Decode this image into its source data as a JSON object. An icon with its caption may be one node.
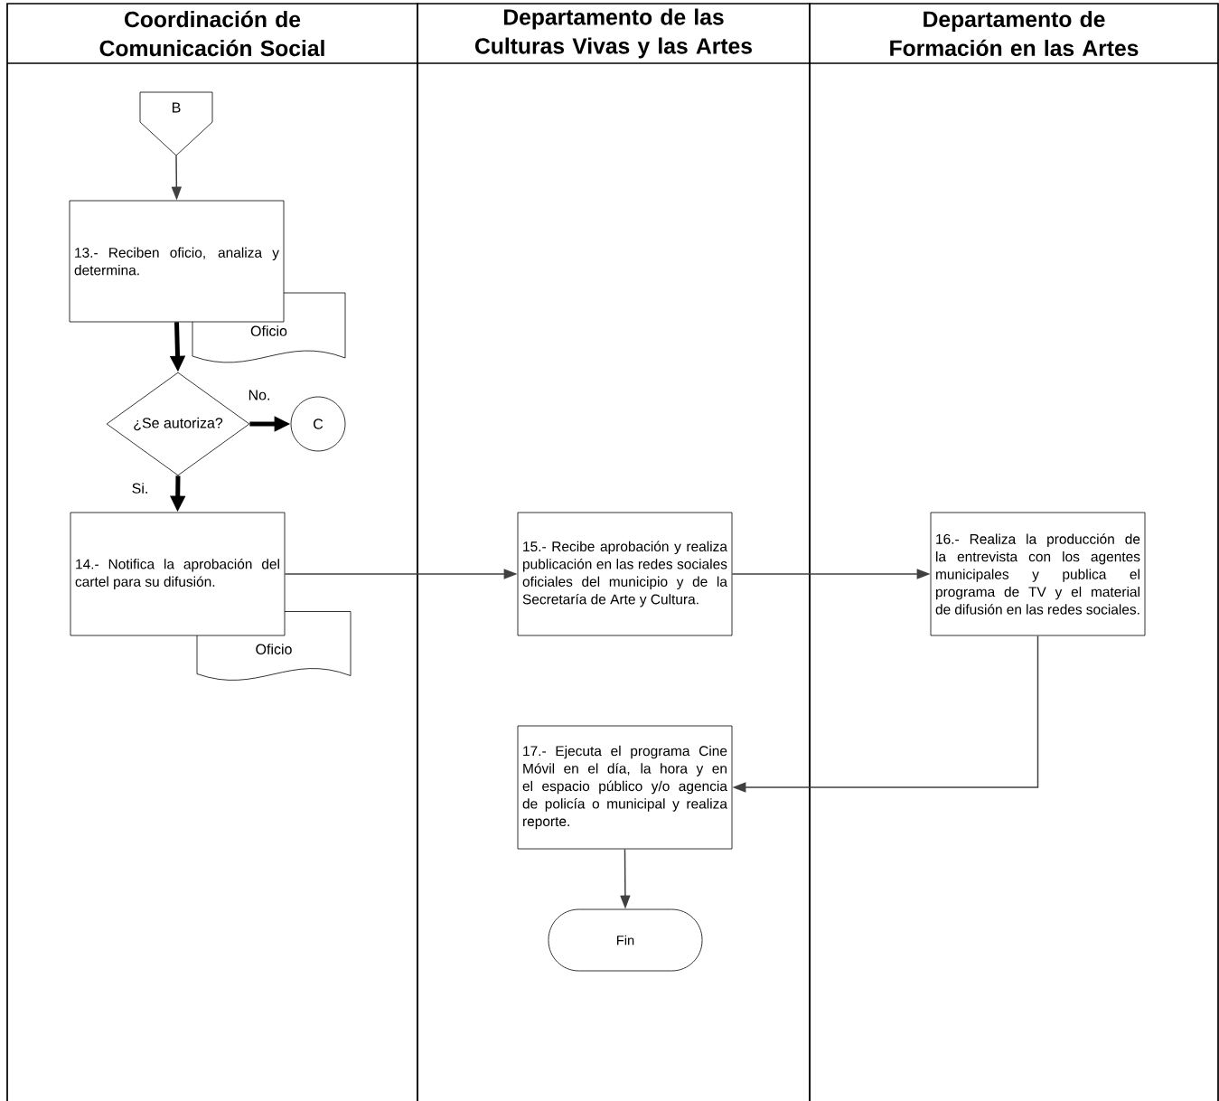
{
  "diagram": {
    "nodes": [
      {
        "text": [
          "Coordinación de Comunicación Social"
        ]
      },
      {
        "text": [
          "Departamento de las Culturas Vivas y las Artes"
        ]
      },
      {
        "text": [
          "Departamento de Formación en las Artes"
        ]
      },
      {
        "text": [
          "B"
        ],
        "in": 0
      },
      {
        "text": [
          "13.- Reciben oficio, analiza y determina."
        ],
        "in": 0
      },
      {
        "text": [
          "Oficio"
        ],
        "in": 0
      },
      {
        "text": [
          "¿Se autoriza?"
        ],
        "in": 0
      },
      {
        "text": [
          "C"
        ],
        "in": 0
      },
      {
        "text": [
          "14.- Notifica la aprobación del cartel para su difusión."
        ],
        "in": 0
      },
      {
        "text": [
          "Oficio"
        ],
        "in": 0
      },
      {
        "text": [
          "15.- Recibe aprobación y realiza publicación en las redes sociales oficiales del municipio y de la Secretaría de Arte y Cultura."
        ],
        "in": 1
      },
      {
        "text": [
          "16.- Realiza la producción de la entrevista con los agentes municipales y publica el programa de TV y el material de difusión en las redes sociales."
        ],
        "in": 2
      },
      {
        "text": [
          "17.- Ejecuta el programa Cine Móvil en el día, la hora y en el espacio público y/o agencia de policía o municipal y realiza reporte."
        ],
        "in": 1
      },
      {
        "text": [
          "Fin"
        ],
        "in": 1
      }
    ],
    "edges": [
      {
        "from": 3,
        "to": 4,
        "arrow": "to"
      },
      {
        "from": 4,
        "to": 6,
        "arrow": "to",
        "style": "thick",
        "color": "#000000"
      },
      {
        "from": 6,
        "to": 7,
        "arrow": "to",
        "label": "No.",
        "style": "thick",
        "color": "#000000"
      },
      {
        "from": 6,
        "to": 8,
        "arrow": "to",
        "label": "Si.",
        "style": "thick",
        "color": "#000000"
      },
      {
        "from": 8,
        "to": 10,
        "arrow": "to"
      },
      {
        "from": 10,
        "to": 11,
        "arrow": "to"
      },
      {
        "from": 11,
        "to": 12,
        "arrow": "to"
      },
      {
        "from": 12,
        "to": 13,
        "arrow": "to"
      }
    ]
  }
}
